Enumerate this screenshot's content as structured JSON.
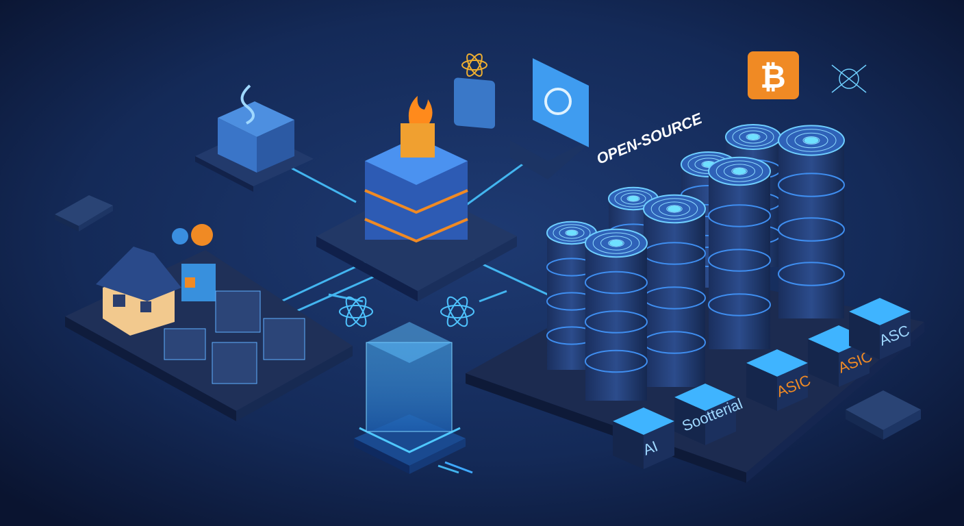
{
  "banner": {
    "text": "OPEN-SOURCE"
  },
  "module_labels": [
    {
      "text": "AI"
    },
    {
      "text": "Sootterial"
    },
    {
      "text": "ASIC"
    },
    {
      "text": "ASIC"
    },
    {
      "text": "ASC"
    }
  ],
  "icons": {
    "bitcoin": "₿",
    "atom": "atom-icon",
    "flame": "flame-icon"
  },
  "colors": {
    "background": "#0d1a3a",
    "accent_blue": "#3fa9ff",
    "accent_orange": "#f08a24",
    "platform": "#1c2b4f"
  }
}
